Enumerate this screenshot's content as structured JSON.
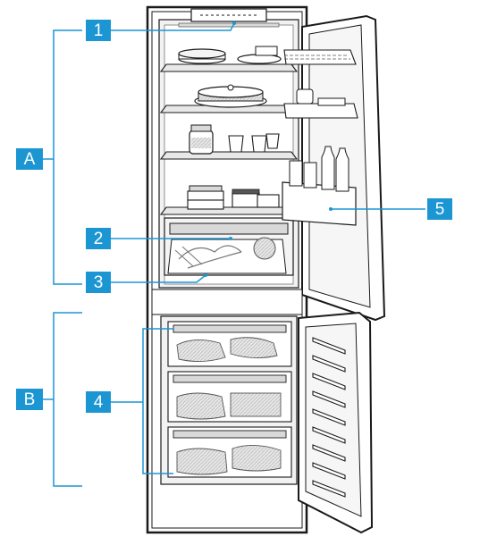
{
  "zones": [
    {
      "id": "zone-a",
      "label": "A"
    },
    {
      "id": "zone-b",
      "label": "B"
    }
  ],
  "callouts": [
    {
      "id": "callout-1",
      "label": "1"
    },
    {
      "id": "callout-2",
      "label": "2"
    },
    {
      "id": "callout-3",
      "label": "3"
    },
    {
      "id": "callout-4",
      "label": "4"
    },
    {
      "id": "callout-5",
      "label": "5"
    }
  ],
  "colors": {
    "callout_fill": "#1b96d3",
    "leader_line": "#1b96d3",
    "outline": "#1a1a1a",
    "shading": "#cfcfcf",
    "paper": "#ffffff"
  }
}
